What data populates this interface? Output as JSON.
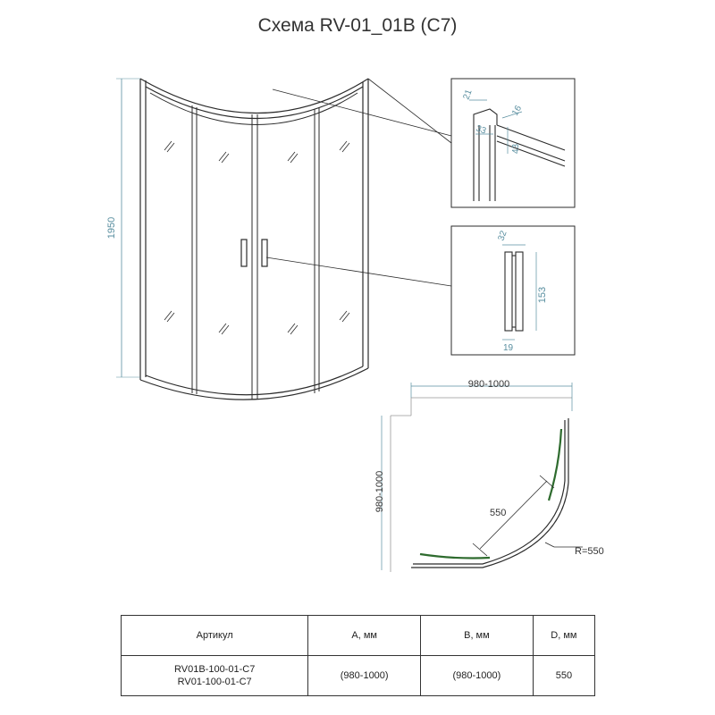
{
  "title": "Схема RV-01_01B (C7)",
  "dimensions": {
    "height": "1950",
    "profile_21": "21",
    "profile_16": "16",
    "profile_33": "33",
    "profile_43": "43",
    "handle_32": "32",
    "handle_153": "153",
    "handle_19": "19",
    "plan_width": "980-1000",
    "plan_depth": "980-1000",
    "plan_550": "550",
    "plan_radius": "R=550"
  },
  "table": {
    "headers": [
      "Артикул",
      "A, мм",
      "B, мм",
      "D, мм"
    ],
    "article_1": "RV01B-100-01-C7",
    "article_2": "RV01-100-01-C7",
    "a_value": "(980-1000)",
    "b_value": "(980-1000)",
    "d_value": "550"
  },
  "colors": {
    "line": "#2b2b2b",
    "dimension": "#5a8fa0",
    "seal": "#2e6b2e"
  }
}
